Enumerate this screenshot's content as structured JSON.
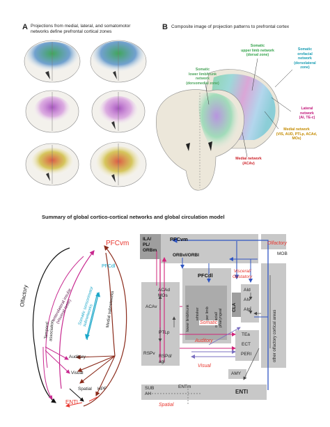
{
  "panelA": {
    "label": "A",
    "title_line1": "Projections from medial, lateral, and somatomotor",
    "title_line2": "networks define prefrontal cortical zones"
  },
  "panelB": {
    "label": "B",
    "title": "Composite image of projection patterns to prefrontal cortex",
    "networks": [
      {
        "id": "somatic-upper-limb",
        "line1": "Somatic",
        "line2": "upper limb network",
        "line3": "(dorsal zone)",
        "color": "#33a24a"
      },
      {
        "id": "somatic-orofacial",
        "line1": "Somatic",
        "line2": "orofacial",
        "line3": "network",
        "line4": "(dorsolateral",
        "line5": "zone)",
        "color": "#1a9db3"
      },
      {
        "id": "somatic-lower-limb",
        "line1": "Somatic",
        "line2": "lower limb/trunk",
        "line3": "network",
        "line4": "(dorsomedial zone)",
        "color": "#4aa35a"
      },
      {
        "id": "lateral",
        "line1": "Lateral",
        "line2": "network",
        "line3": "(AI, TE-c)",
        "color": "#c2187a"
      },
      {
        "id": "medial-big",
        "line1": "Medial network",
        "line2": "(VIS, AUD, PTLp, ACAd,",
        "line3": "MOs)",
        "color": "#c48b00"
      },
      {
        "id": "medial-acav",
        "line1": "Medial network",
        "line2": "(ACAv)",
        "color": "#cc2027"
      }
    ]
  },
  "summary": {
    "title": "Summary of global cortico-cortical networks and global circulation model"
  },
  "panelC": {
    "PFCvm": "PFCvm",
    "PFCdl": "PFCdl",
    "Olfactory": "Olfactory",
    "anterolateral_1": "anterolateral insular",
    "anterolateral_2": "(visceral taste)",
    "somatic_1": "Somatic sensorimotor",
    "somatic_2": "subnetworks",
    "medial": "Medial subnetworks",
    "temporal_1": "Temporal",
    "temporal_2": "association",
    "Auditory": "Auditory",
    "Visual": "Visual",
    "Spatial": "Spatial",
    "HPF": "HPF",
    "ENTl": "ENTl",
    "colors": {
      "red": "#e8352d",
      "magenta": "#c8288f",
      "cyan": "#1aa7c9",
      "brown": "#8a2a1a",
      "black": "#111111"
    }
  },
  "panelD": {
    "ILA": "ILA/",
    "PL": "PL/",
    "ORBm": "ORBm",
    "PFCvm": "PFCvm",
    "ORBvl": "ORBvl/ORBl",
    "Olfactory": "Olfactory",
    "MOB": "MOB",
    "PFCdl": "PFCdl",
    "Visceral": "Visceral/",
    "Gustatory": "Gustatory",
    "ACAd": "ACAd",
    "MOs": "MOs",
    "ACAv": "ACAv",
    "PTLp": "PTLp",
    "RSPv": "RSPv",
    "RSPd": "RSPd/",
    "agl": "agl",
    "col_labels": [
      "lower limb/trunk",
      "whisker",
      "upper limb",
      "orofacial/ pharyngeal"
    ],
    "CLA": "CLA",
    "AId": "AId",
    "AIv": "AIv",
    "AIp": "AIp",
    "other_olf": "other olfactory cortical areas",
    "Somatic": "Somatic",
    "Auditory": "Auditory",
    "Visual": "Visual",
    "TEa": "TEa",
    "ECT": "ECT",
    "PERI": "PERI",
    "AMY": "AMY",
    "SUB": "SUB",
    "AH": "AH",
    "ENTm": "ENTm",
    "ENTl": "ENTl",
    "Spatial": "Spatial"
  }
}
